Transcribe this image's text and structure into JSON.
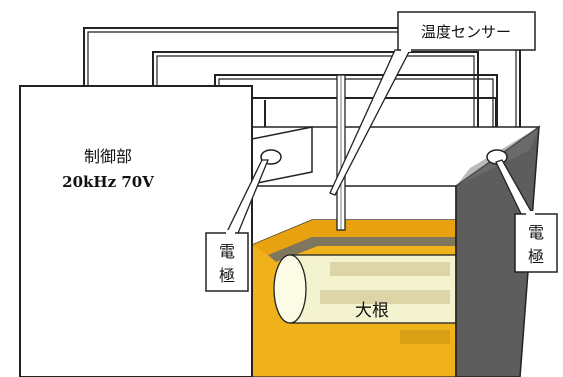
{
  "controller": {
    "title": "制御部",
    "spec": "20kHz 70V"
  },
  "sensor_label": "温度センサー",
  "electrode_left": [
    "電",
    "極"
  ],
  "electrode_right": [
    "電",
    "極"
  ],
  "vegetable_label": "大根",
  "colors": {
    "water": "#f0b21a",
    "dark_plate": "#5d5d5d",
    "line": "#222222",
    "paper": "#ffffff"
  }
}
